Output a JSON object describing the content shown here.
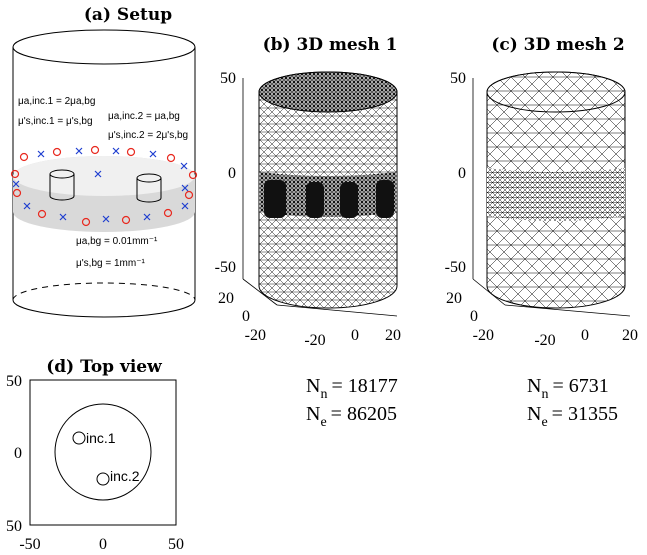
{
  "panels": {
    "a": {
      "title": "(a) Setup",
      "inc1_mua": "μa,inc.1 = 2μa,bg",
      "inc1_mus": "μ's,inc.1 = μ's,bg",
      "inc2_mua": "μa,inc.2 = μa,bg",
      "inc2_mus": "μ's,inc.2 = 2μ's,bg",
      "bg_mua": "μa,bg = 0.01mm⁻¹",
      "bg_mus": "μ's,bg = 1mm⁻¹"
    },
    "b": {
      "title": "(b) 3D mesh 1",
      "yticks": [
        "50",
        "0",
        "-50"
      ],
      "xticks_left": [
        "20",
        "0",
        "-20"
      ],
      "xticks_bottom": [
        "-20",
        "0",
        "20"
      ],
      "nn_label": "N",
      "nn_sub": "n",
      "nn_value": "= 18177",
      "ne_label": "N",
      "ne_sub": "e",
      "ne_value": "= 86205"
    },
    "c": {
      "title": "(c) 3D mesh 2",
      "yticks": [
        "50",
        "0",
        "-50"
      ],
      "xticks_left": [
        "20",
        "0",
        "-20"
      ],
      "xticks_bottom": [
        "-20",
        "0",
        "20"
      ],
      "nn_label": "N",
      "nn_sub": "n",
      "nn_value": "= 6731",
      "ne_label": "N",
      "ne_sub": "e",
      "ne_value": "= 31355"
    },
    "d": {
      "title": "(d) Top view",
      "yticks": [
        "50",
        "0",
        "50"
      ],
      "xticks": [
        "-50",
        "0",
        "50"
      ],
      "inc1_label": "inc.1",
      "inc2_label": "inc.2"
    }
  }
}
